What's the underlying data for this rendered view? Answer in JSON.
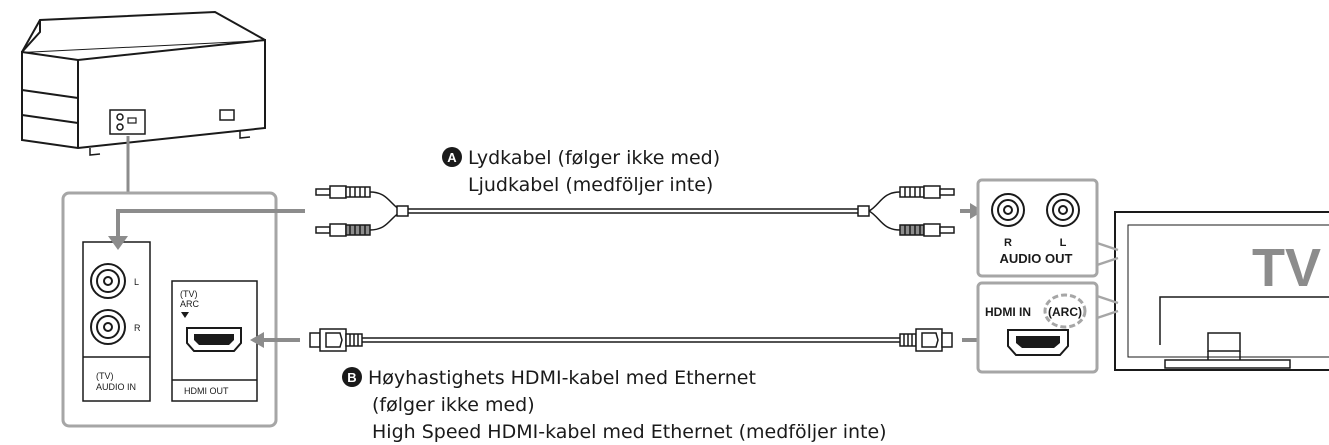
{
  "cable_a": {
    "badge": "A",
    "line1": "Lydkabel (følger ikke med)",
    "line2": "Ljudkabel (medföljer inte)"
  },
  "cable_b": {
    "badge": "B",
    "line1": "Høyhastighets HDMI-kabel med Ethernet",
    "line2": "(følger ikke med)",
    "line3": "High Speed HDMI-kabel med Ethernet (medföljer inte)"
  },
  "device_panel": {
    "audio_in_label_1": "(TV)",
    "audio_in_label_2": "AUDIO IN",
    "jack_l": "L",
    "jack_r": "R",
    "hdmi_out_label": "HDMI OUT",
    "tv_arc_1": "(TV)",
    "tv_arc_2": "ARC"
  },
  "tv_audio_panel": {
    "jack_r": "R",
    "jack_l": "L",
    "label": "AUDIO OUT"
  },
  "tv_hdmi_panel": {
    "label": "HDMI IN",
    "arc": "(ARC)"
  },
  "tv": {
    "label": "TV"
  }
}
